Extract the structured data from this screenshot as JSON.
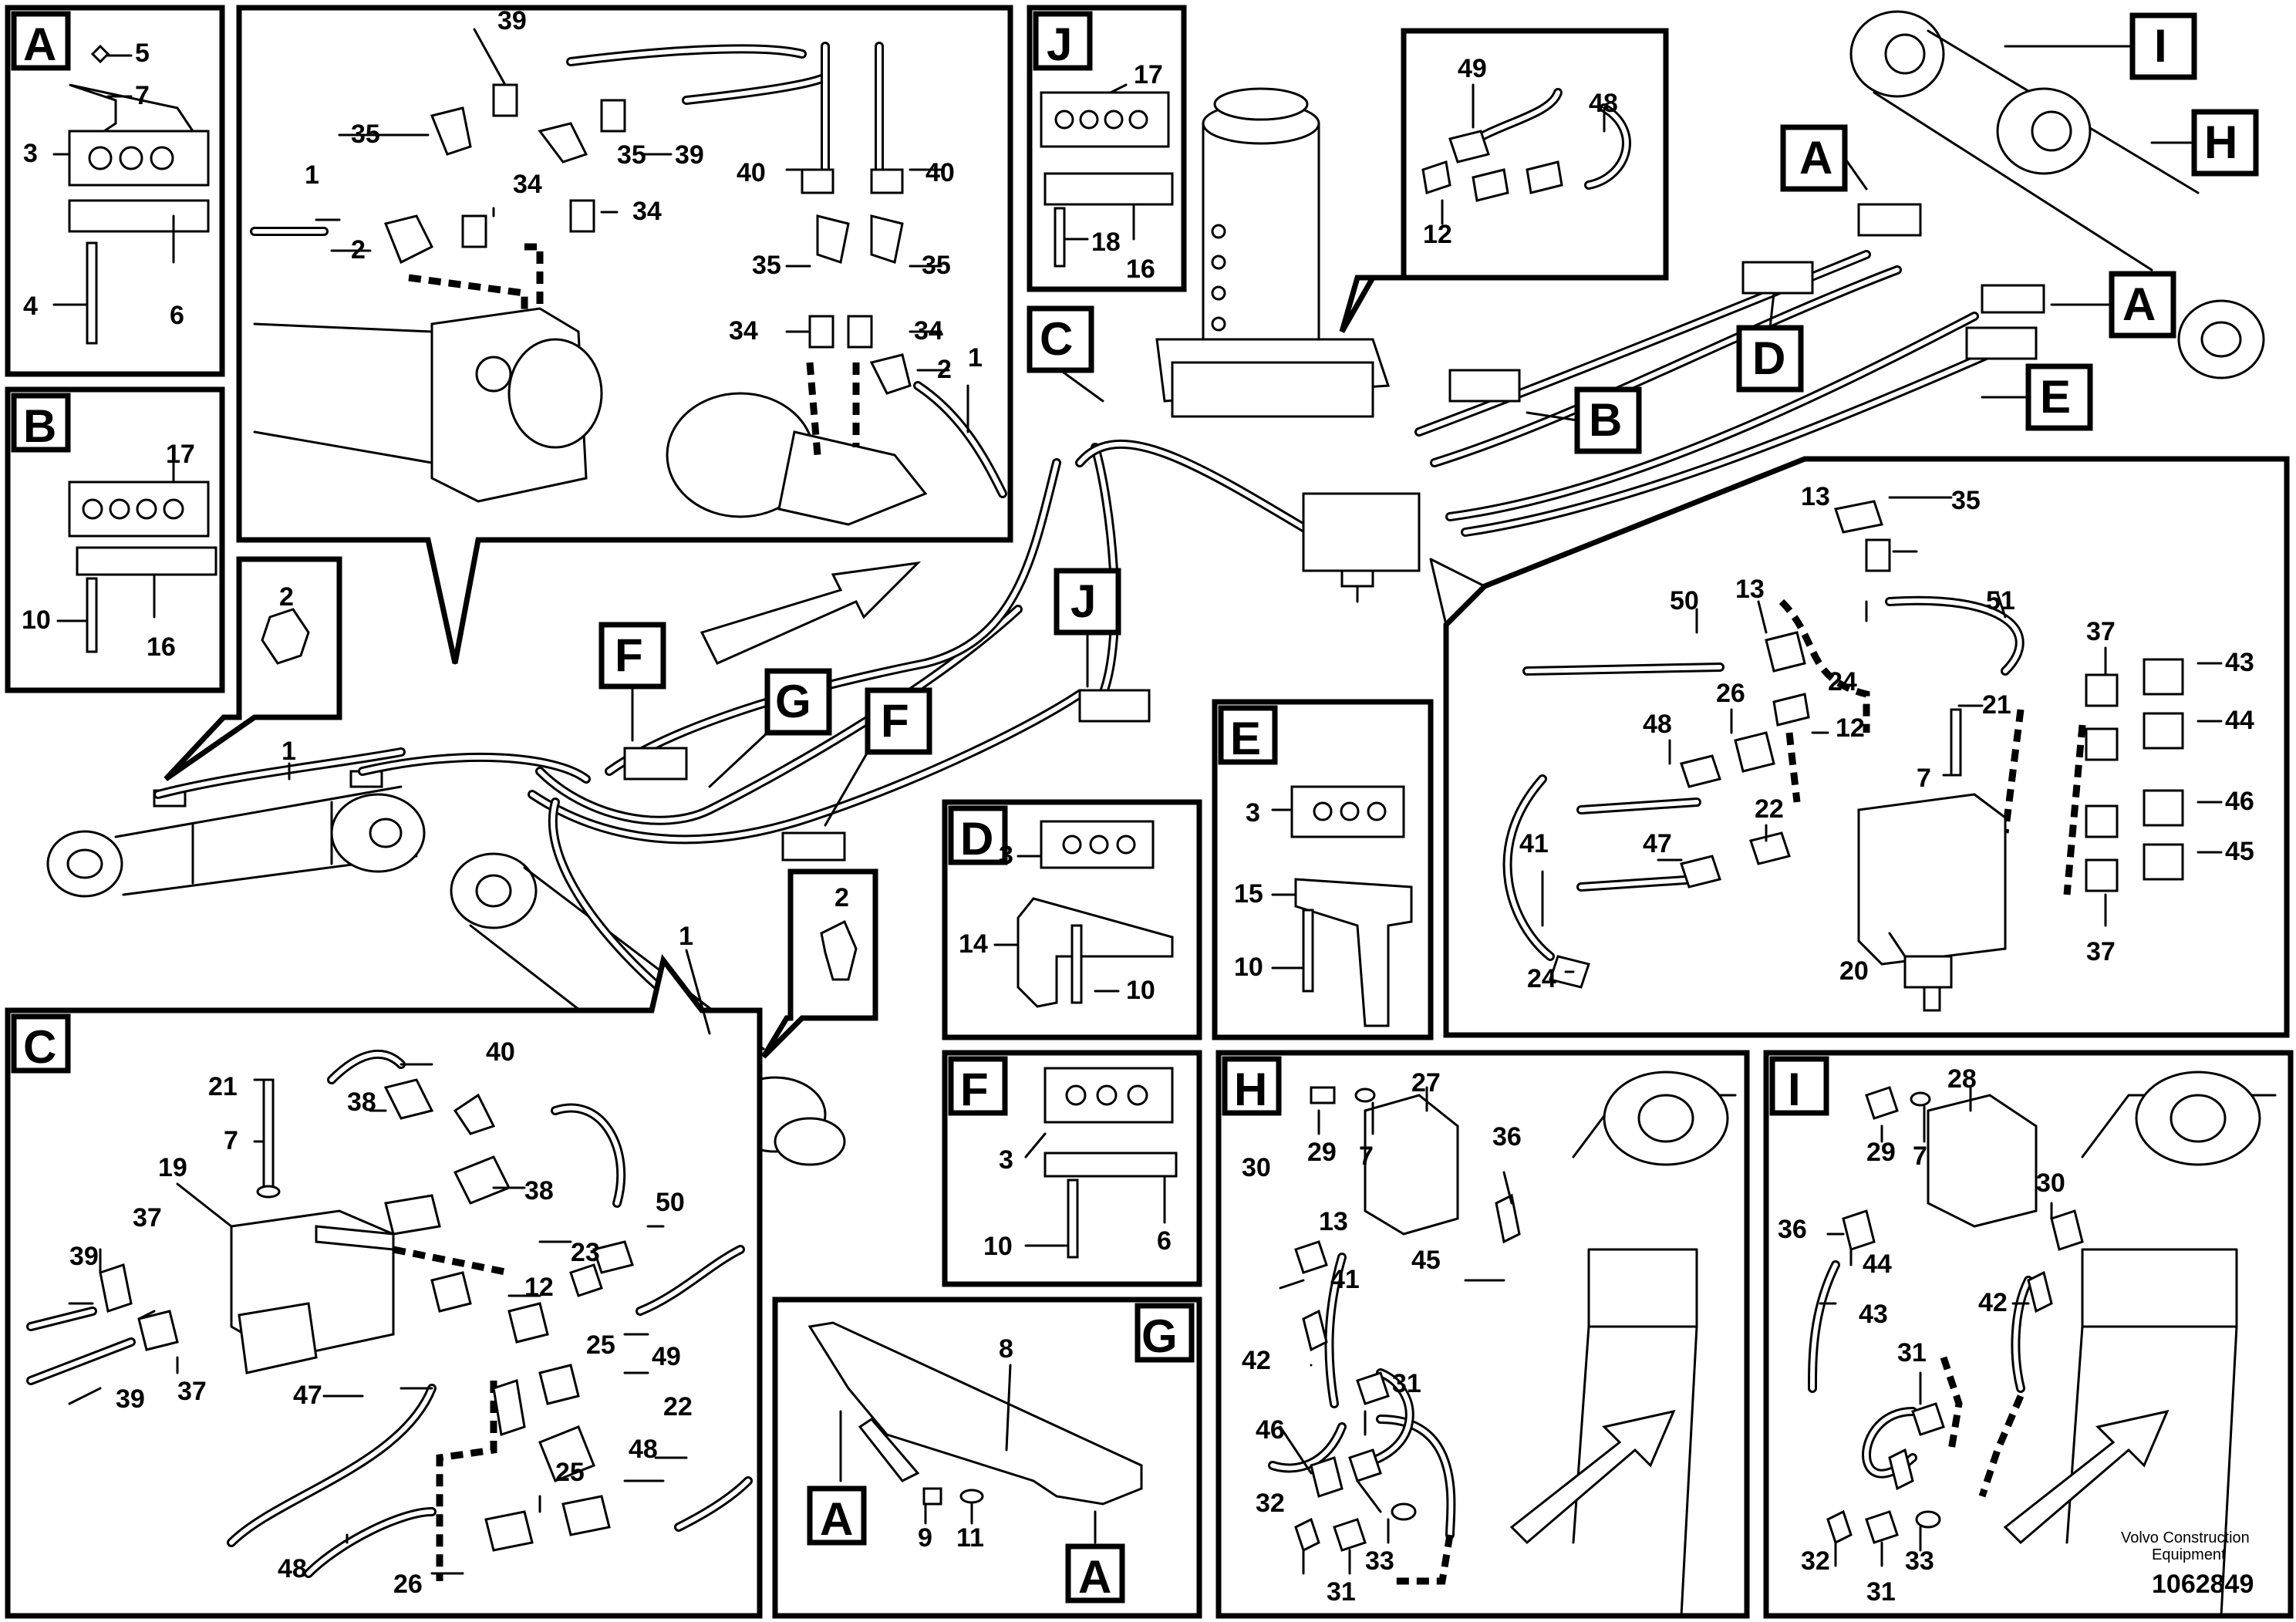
{
  "panels": {
    "A": {
      "label": "A",
      "parts": [
        "5",
        "7",
        "3",
        "4",
        "6"
      ]
    },
    "B": {
      "label": "B",
      "parts": [
        "17",
        "10",
        "16"
      ]
    },
    "C": {
      "label": "C",
      "parts": [
        "21",
        "7",
        "19",
        "37",
        "39",
        "37",
        "39",
        "40",
        "38",
        "38",
        "50",
        "23",
        "12",
        "25",
        "49",
        "47",
        "22",
        "25",
        "48",
        "48",
        "26"
      ]
    },
    "D": {
      "label": "D",
      "parts": [
        "3",
        "14",
        "10"
      ]
    },
    "E": {
      "label": "E",
      "parts": [
        "3",
        "15",
        "10"
      ]
    },
    "F": {
      "label": "F",
      "parts": [
        "3",
        "10",
        "6"
      ]
    },
    "G": {
      "label": "G",
      "parts": [
        "8",
        "9",
        "11"
      ]
    },
    "H": {
      "label": "H",
      "parts": [
        "27",
        "29",
        "7",
        "30",
        "36",
        "13",
        "41",
        "45",
        "42",
        "46",
        "31",
        "32",
        "31",
        "33"
      ]
    },
    "I": {
      "label": "I",
      "parts": [
        "28",
        "29",
        "7",
        "36",
        "30",
        "44",
        "43",
        "42",
        "31",
        "32",
        "31",
        "33"
      ]
    },
    "J": {
      "label": "J",
      "parts": [
        "17",
        "18",
        "16"
      ]
    }
  },
  "detail_top": {
    "parts": [
      "39",
      "35",
      "35",
      "39",
      "1",
      "34",
      "34",
      "2",
      "40",
      "40",
      "35",
      "35",
      "34",
      "34",
      "2",
      "1"
    ]
  },
  "detail_valve": {
    "parts": [
      "49",
      "48",
      "12",
      "13",
      "35",
      "50",
      "13",
      "51",
      "37",
      "43",
      "24",
      "21",
      "44",
      "48",
      "26",
      "12",
      "7",
      "22",
      "46",
      "41",
      "47",
      "45",
      "24",
      "20",
      "37"
    ]
  },
  "main_callouts": {
    "overview_refs": [
      "A",
      "I",
      "H",
      "A",
      "D",
      "B",
      "E",
      "C",
      "J",
      "F",
      "G",
      "F"
    ],
    "numbers": [
      "2",
      "1",
      "1",
      "2"
    ]
  },
  "footer": {
    "brand_line1": "Volvo Construction",
    "brand_line2": "Equipment",
    "doc_number": "1062849"
  }
}
